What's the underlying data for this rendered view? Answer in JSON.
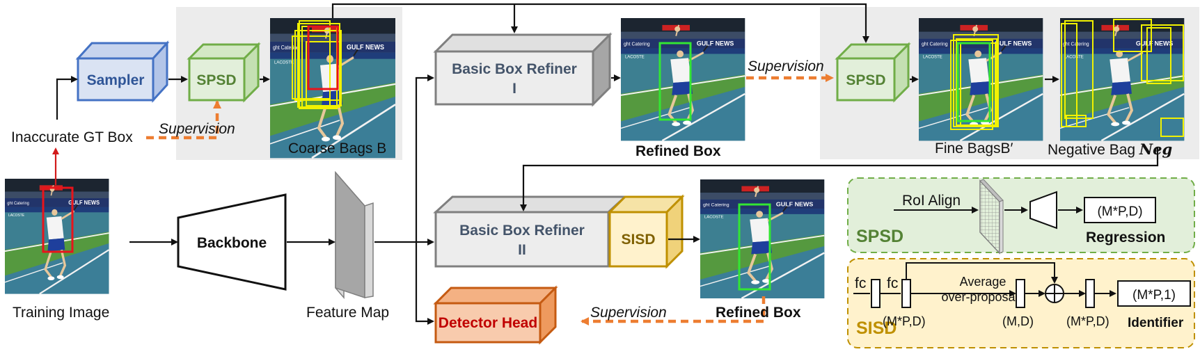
{
  "labels": {
    "inaccurate_gt_box": "Inaccurate GT Box",
    "training_image": "Training Image",
    "backbone": "Backbone",
    "feature_map": "Feature Map",
    "sampler": "Sampler",
    "spsd_1": "SPSD",
    "coarse_bags": "Coarse Bags B",
    "supervision_1": "Supervision",
    "basic_refiner_1_line1": "Basic Box Refiner",
    "basic_refiner_1_line2": "I",
    "refined_box_1": "Refined Box",
    "supervision_2": "Supervision",
    "spsd_2": "SPSD",
    "fine_bags": "Fine BagsB′",
    "negative_bag": "Negative Bag ",
    "negative_bag_sym": "Neg",
    "basic_refiner_2_line1": "Basic Box Refiner",
    "basic_refiner_2_line2": "II",
    "sisd_box": "SISD",
    "refined_box_2": "Refined Box",
    "detector_head": "Detector Head",
    "supervision_3": "Supervision"
  },
  "legend_spsd": {
    "title": "SPSD",
    "roi_align": "RoI Align",
    "output": "(M*P,D)",
    "regression": "Regression"
  },
  "legend_sisd": {
    "title": "SISD",
    "fc1": "fc",
    "fc2": "fc",
    "avg_line1": "Average",
    "avg_line2": "over-proposals",
    "dim1": "(M*P,D)",
    "dim2": "(M,D)",
    "dim3": "(M*P,D)",
    "output": "(M*P,1)",
    "identifier": "Identifier"
  },
  "colors": {
    "sampler_fill": "#dae3f3",
    "sampler_stroke": "#4472c4",
    "spsd_fill": "#e2efda",
    "spsd_stroke": "#70ad47",
    "refiner_fill": "#ededed",
    "refiner_stroke": "#7f7f7f",
    "sisd_fill": "#fff2cc",
    "sisd_stroke": "#bf9000",
    "detector_fill": "#f8cbad",
    "detector_stroke": "#c55a11",
    "supervision_arrow": "#ed7d31",
    "gt_box": "#e8141b",
    "bag_box": "#f2f200",
    "refined_box": "#33e633"
  }
}
